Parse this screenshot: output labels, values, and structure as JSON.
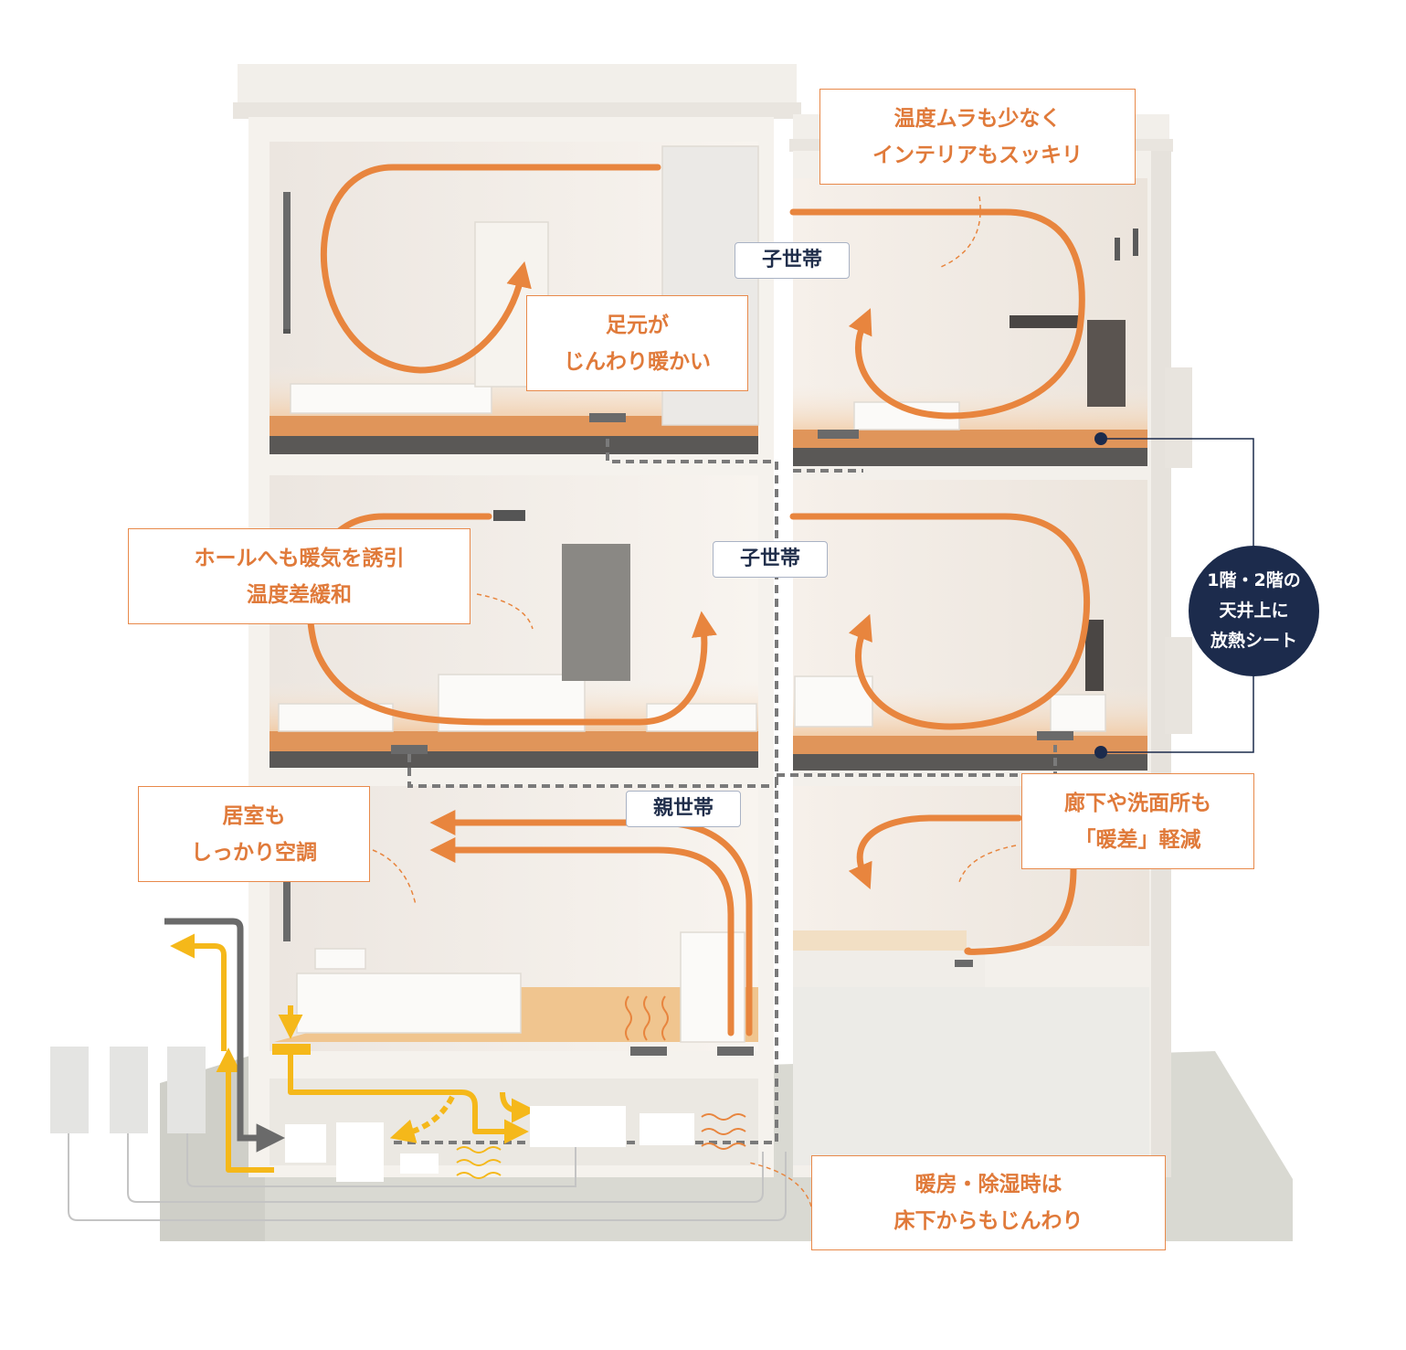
{
  "colors": {
    "orange_flow": "#e8853e",
    "yellow_flow": "#f5b81a",
    "gray_duct": "#6a6a6a",
    "navy": "#1c2b4c",
    "floor_wood": "#e0955a",
    "callout_text": "#e07a3a"
  },
  "callouts": {
    "top_right": {
      "line1": "温度ムラも少なく",
      "line2": "インテリアもスッキリ"
    },
    "top_left": {
      "line1": "足元が",
      "line2": "じんわり暖かい"
    },
    "middle_left": {
      "line1": "ホールへも暖気を誘引",
      "line2": "温度差緩和"
    },
    "lower_left": {
      "line1": "居室も",
      "line2": "しっかり空調"
    },
    "lower_right": {
      "line1": "廊下や洗面所も",
      "line2": "「暖差」軽減"
    },
    "bottom_right": {
      "line1": "暖房・除湿時は",
      "line2": "床下からもじんわり"
    }
  },
  "household_tags": {
    "third_floor": "子世帯",
    "second_floor": "子世帯",
    "first_floor": "親世帯"
  },
  "badge": {
    "line1": "1階・2階の",
    "line2": "天井上に",
    "line3": "放熱シート"
  }
}
